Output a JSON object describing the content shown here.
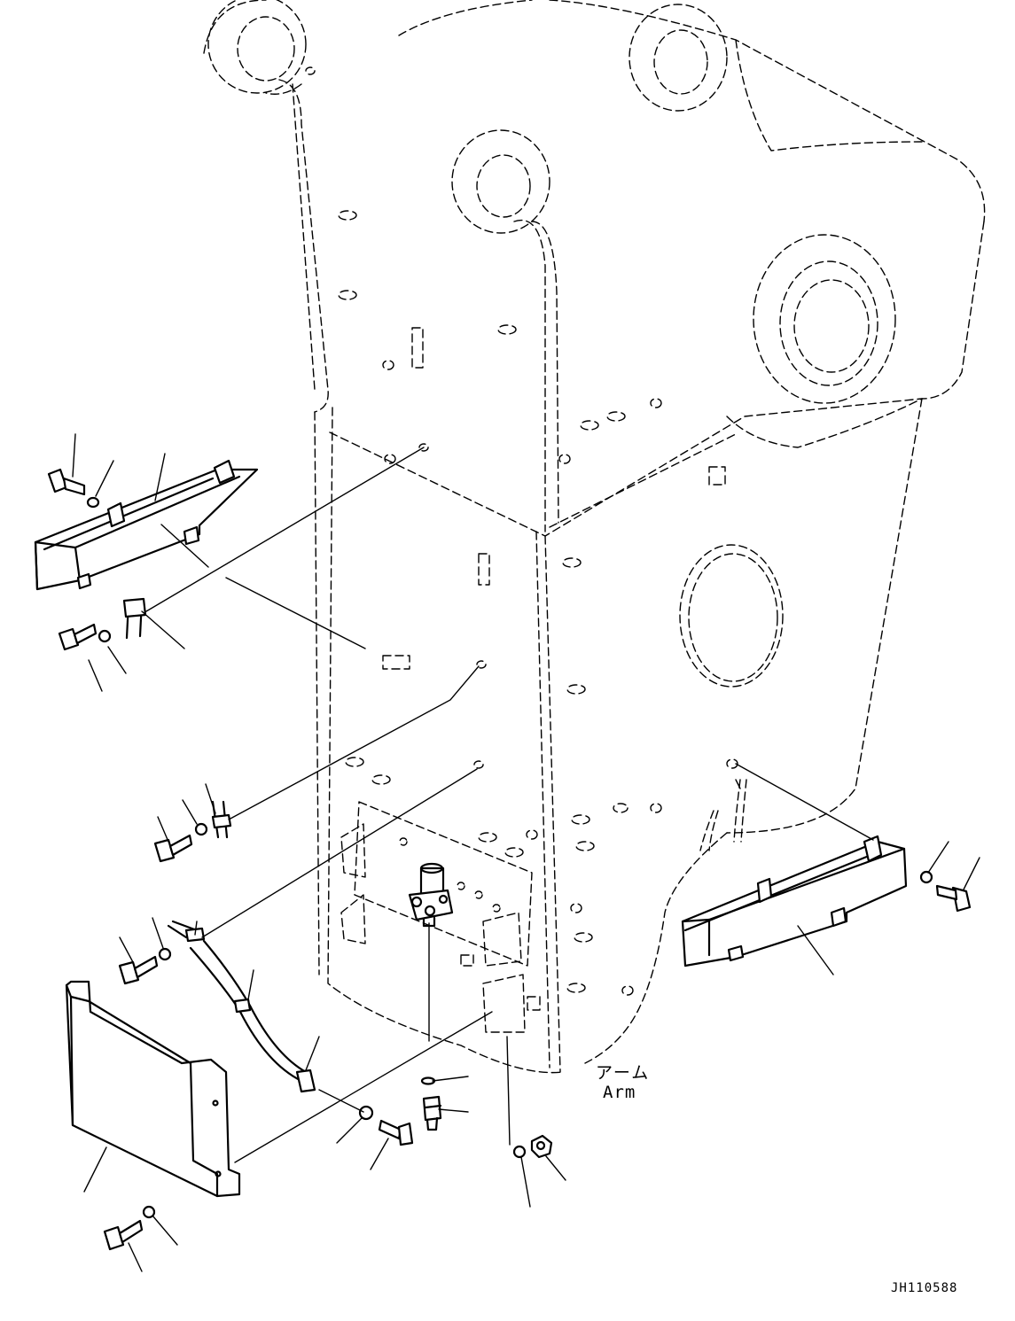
{
  "diagram": {
    "labels": {
      "arm_japanese": "アーム",
      "arm_english": "Arm",
      "drawing_number": "JH110588"
    },
    "parts": [
      {
        "name": "upper-left-cover"
      },
      {
        "name": "right-cover"
      },
      {
        "name": "lower-left-cover"
      },
      {
        "name": "manifold-block"
      },
      {
        "name": "grease-fitting"
      },
      {
        "name": "hose-clamps"
      },
      {
        "name": "bolts"
      },
      {
        "name": "washers"
      },
      {
        "name": "nut"
      }
    ]
  }
}
